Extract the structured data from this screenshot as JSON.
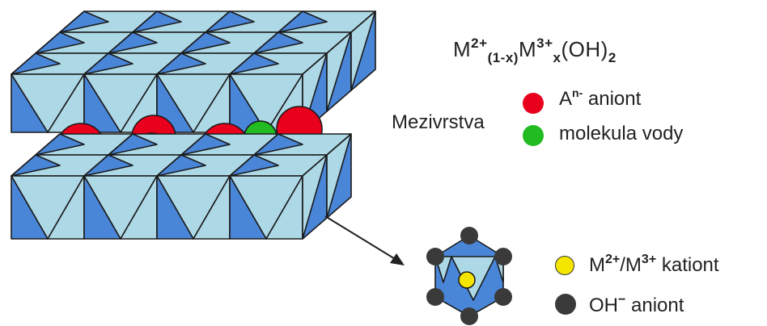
{
  "formula": {
    "m2": "M",
    "m2_charge": "2+",
    "m2_sub": "(1-x)",
    "m3": "M",
    "m3_charge": "3+",
    "m3_sub": "x",
    "hydroxide": "(OH)",
    "hydroxide_sub": "2"
  },
  "interlayer_label": "Mezivrstva",
  "legend_interlayer": [
    {
      "symbol": "A",
      "charge": "n-",
      "text": "aniont",
      "color": "#e8001c"
    },
    {
      "text": "molekula vody",
      "color": "#22bb22"
    }
  ],
  "legend_octahedron": [
    {
      "symbol": "M",
      "charge": "2+",
      "symbol2": "/M",
      "charge2": "3+",
      "text": "kationt",
      "color": "#f5e600"
    },
    {
      "symbol": "OH",
      "charge": "−",
      "text": "aniont",
      "color": "#3a3a3a"
    }
  ],
  "colors": {
    "light_face": "#add8e6",
    "dark_face": "#4a86d8",
    "edge": "#1a1a1a",
    "anion": "#e8001c",
    "water": "#22bb22",
    "cation": "#f5e600",
    "hydroxide": "#3a3a3a"
  }
}
